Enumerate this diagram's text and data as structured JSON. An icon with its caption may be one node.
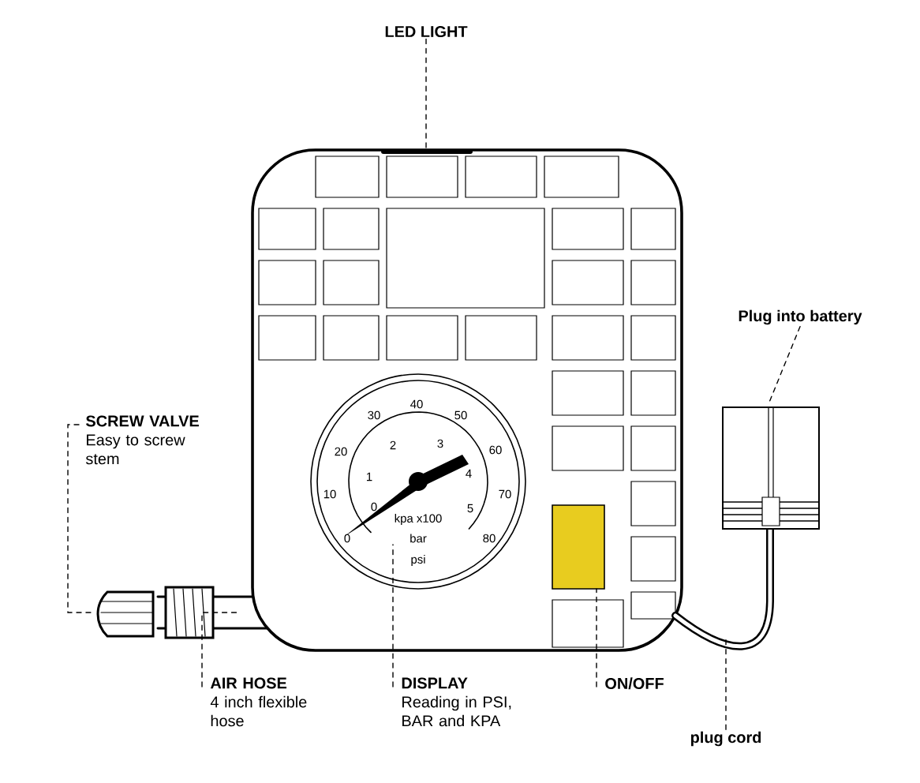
{
  "diagram": {
    "nodes": [
      {
        "text": [
          "LED LIGHT"
        ]
      },
      {
        "text": [
          "Plug into battery"
        ]
      },
      {
        "text": [
          "SCREW VALVE",
          "Easy to screw stem"
        ]
      },
      {
        "text": [
          "AIR HOSE",
          "4 inch flexible hose"
        ]
      },
      {
        "text": [
          "DISPLAY",
          "Reading in PSI, BAR and KPA"
        ]
      },
      {
        "text": [
          "ON/OFF"
        ]
      },
      {
        "text": [
          "plug cord"
        ]
      }
    ],
    "edges": [
      {
        "from": 0,
        "to": null,
        "arrow": "none",
        "style": "dashed"
      },
      {
        "from": 1,
        "to": null,
        "arrow": "none",
        "style": "dashed"
      },
      {
        "from": 2,
        "to": null,
        "arrow": "none",
        "style": "dashed"
      },
      {
        "from": 3,
        "to": null,
        "arrow": "none",
        "style": "dashed"
      },
      {
        "from": 4,
        "to": null,
        "arrow": "none",
        "style": "dashed"
      },
      {
        "from": 5,
        "to": null,
        "arrow": "none",
        "style": "dashed"
      },
      {
        "from": 6,
        "to": null,
        "arrow": "none",
        "style": "dashed"
      }
    ],
    "labels": [
      "40",
      "30",
      "50",
      "20",
      "2",
      "3",
      "60",
      "1",
      "4",
      "10",
      "70",
      "0",
      "5",
      "kpa x100",
      "0",
      "bar",
      "80",
      "psi"
    ]
  }
}
